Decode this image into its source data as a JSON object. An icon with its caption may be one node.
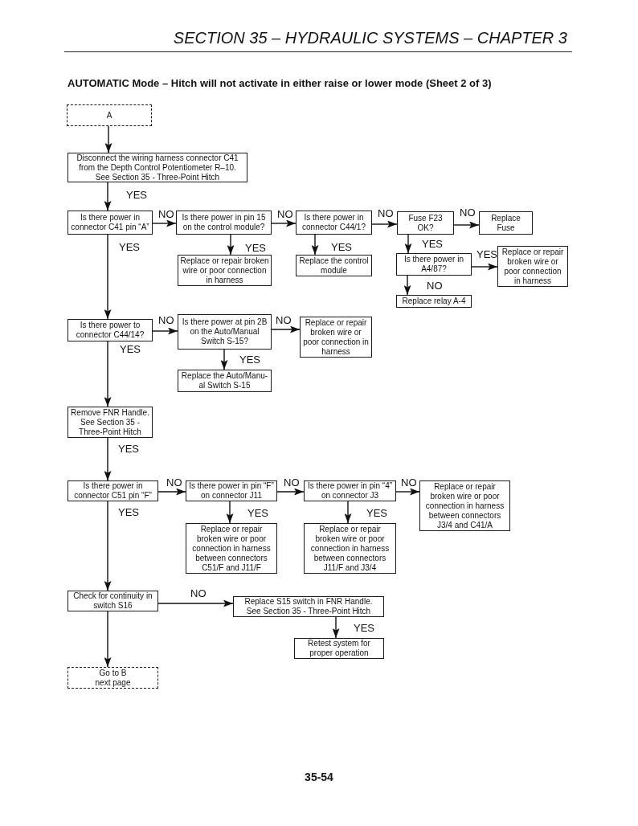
{
  "diagram": {
    "title": "AUTOMATIC Mode – Hitch will not activate in either raise or lower mode (Sheet 2 of 3)",
    "nodes": [
      {
        "text": [
          "A"
        ]
      },
      {
        "text": [
          "Disconnect the wiring harness connector C41 from the Depth Control Potentiometer R–10. See Section 35 - Three-Point Hitch"
        ]
      },
      {
        "text": [
          "Is there power in connector C41 pin “A”"
        ]
      },
      {
        "text": [
          "Is there power in pin 15 on the control module?"
        ]
      },
      {
        "text": [
          "Replace or repair broken wire or poor connection in harness"
        ]
      },
      {
        "text": [
          "Is there power in connector C44/1?"
        ]
      },
      {
        "text": [
          "Replace the control module"
        ]
      },
      {
        "text": [
          "Fuse F23 OK?"
        ]
      },
      {
        "text": [
          "Replace Fuse"
        ]
      },
      {
        "text": [
          "Is there power in A4/87?"
        ]
      },
      {
        "text": [
          "Replace or repair broken wire or poor connection in harness"
        ]
      },
      {
        "text": [
          "Replace relay A-4"
        ]
      },
      {
        "text": [
          "Is there power to connector C44/14?"
        ]
      },
      {
        "text": [
          "Is there power at pin 2B on the Auto/Manual Switch S-15?"
        ]
      },
      {
        "text": [
          "Replace or repair broken wire or poor connection in harness"
        ]
      },
      {
        "text": [
          "Replace the Auto/Manu- al Switch S-15"
        ]
      },
      {
        "text": [
          "Remove FNR Handle. See Section 35 - Three-Point Hitch"
        ]
      },
      {
        "text": [
          "Is there power in connector C51 pin “F”"
        ]
      },
      {
        "text": [
          "Is there power in pin “F” on connector J11"
        ]
      },
      {
        "text": [
          "Replace or repair broken wire or poor connection in harness between connectors C51/F and J11/F"
        ]
      },
      {
        "text": [
          "Is there power in pin “4” on connector J3"
        ]
      },
      {
        "text": [
          "Replace or repair broken wire or poor connection in harness between connectors J11/F and J3/4"
        ]
      },
      {
        "text": [
          "Replace or repair broken wire or poor connection in harness between connectors J3/4 and C41/A"
        ]
      },
      {
        "text": [
          "Check for continuity in switch S16"
        ]
      },
      {
        "text": [
          "Replace S15 switch in FNR Handle. See Section 35 - Three-Point Hitch"
        ]
      },
      {
        "text": [
          "Retest system for proper operation"
        ]
      },
      {
        "text": [
          "Go to B next page"
        ]
      }
    ],
    "edges": [
      {
        "from": 0,
        "to": 1,
        "arrow": "to"
      },
      {
        "from": 1,
        "to": 2,
        "arrow": "to",
        "label": "YES"
      },
      {
        "from": 2,
        "to": 3,
        "arrow": "to",
        "label": "NO"
      },
      {
        "from": 3,
        "to": 5,
        "arrow": "to",
        "label": "NO"
      },
      {
        "from": 5,
        "to": 7,
        "arrow": "to",
        "label": "NO"
      },
      {
        "from": 7,
        "to": 8,
        "arrow": "to",
        "label": "NO"
      },
      {
        "from": 3,
        "to": 4,
        "arrow": "to",
        "label": "YES"
      },
      {
        "from": 5,
        "to": 6,
        "arrow": "to",
        "label": "YES"
      },
      {
        "from": 7,
        "to": 9,
        "arrow": "to",
        "label": "YES"
      },
      {
        "from": 9,
        "to": 10,
        "arrow": "to",
        "label": "YES"
      },
      {
        "from": 9,
        "to": 11,
        "arrow": "to",
        "label": "NO"
      },
      {
        "from": 2,
        "to": 12,
        "arrow": "to",
        "label": "YES"
      },
      {
        "from": 12,
        "to": 13,
        "arrow": "to",
        "label": "NO"
      },
      {
        "from": 13,
        "to": 14,
        "arrow": "to",
        "label": "NO"
      },
      {
        "from": 13,
        "to": 15,
        "arrow": "to",
        "label": "YES"
      },
      {
        "from": 12,
        "to": 16,
        "arrow": "to",
        "label": "YES"
      },
      {
        "from": 16,
        "to": 17,
        "arrow": "to",
        "label": "YES"
      },
      {
        "from": 17,
        "to": 18,
        "arrow": "to",
        "label": "NO"
      },
      {
        "from": 18,
        "to": 20,
        "arrow": "to",
        "label": "NO"
      },
      {
        "from": 20,
        "to": 22,
        "arrow": "to",
        "label": "NO"
      },
      {
        "from": 18,
        "to": 19,
        "arrow": "to",
        "label": "YES"
      },
      {
        "from": 20,
        "to": 21,
        "arrow": "to",
        "label": "YES"
      },
      {
        "from": 17,
        "to": 23,
        "arrow": "to",
        "label": "YES"
      },
      {
        "from": 23,
        "to": 24,
        "arrow": "to",
        "label": "NO"
      },
      {
        "from": 24,
        "to": 25,
        "arrow": "to",
        "label": "YES"
      },
      {
        "from": 23,
        "to": 26,
        "arrow": "to"
      }
    ],
    "labels": [
      "SECTION 35 – HYDRAULIC SYSTEMS – CHAPTER 3",
      "35-54"
    ]
  }
}
